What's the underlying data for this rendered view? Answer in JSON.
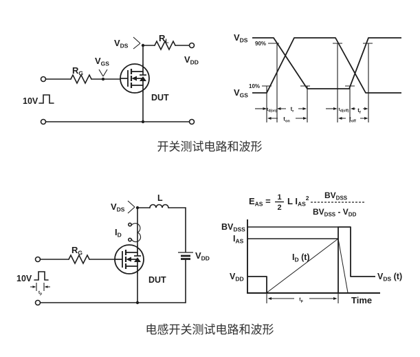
{
  "figure": {
    "caption1": "开关测试电路和波形",
    "caption2": "电感开关测试电路和波形"
  },
  "colors": {
    "line": "#1d1d1d",
    "caption_text": "#303030",
    "background": "#ffffff"
  },
  "circuit1": {
    "pulse": "10V",
    "rg": {
      "base": "R",
      "sub": "G"
    },
    "vgs": {
      "base": "V",
      "sub": "GS"
    },
    "vds": {
      "base": "V",
      "sub": "DS"
    },
    "rl": {
      "base": "R",
      "sub": "L"
    },
    "vdd": {
      "base": "V",
      "sub": "DD"
    },
    "dut": "DUT"
  },
  "waveform1": {
    "vds": {
      "base": "V",
      "sub": "DS"
    },
    "vgs": {
      "base": "V",
      "sub": "GS"
    },
    "pct90": "90%",
    "pct10": "10%",
    "td_on": {
      "base": "t",
      "sub": "d(on)"
    },
    "tr": {
      "base": "t",
      "sub": "r"
    },
    "ton": {
      "base": "t",
      "sub": "on"
    },
    "td_off": {
      "base": "t",
      "sub": "d(off)"
    },
    "tf": {
      "base": "t",
      "sub": "f"
    },
    "toff": {
      "base": "t",
      "sub": "off"
    }
  },
  "circuit2": {
    "pulse": "10V",
    "tp": {
      "base": "t",
      "sub": "p"
    },
    "rg": {
      "base": "R",
      "sub": "G"
    },
    "vds": {
      "base": "V",
      "sub": "DS"
    },
    "id": {
      "base": "I",
      "sub": "D"
    },
    "l": "L",
    "vdd": {
      "base": "V",
      "sub": "DD"
    },
    "dut": "DUT"
  },
  "waveform2": {
    "eq": {
      "e_base": "E",
      "e_sub": "AS",
      "equals": "=",
      "half_num": "1",
      "half_den": "2",
      "coef": "L I",
      "coef_sub": "AS",
      "coef_sup": "2",
      "num_base": "BV",
      "num_sub": "DSS",
      "den_base": "BV",
      "den_sub": "DSS",
      "den_mid": " - V",
      "den_sub2": "DD"
    },
    "bvdss": {
      "base": "BV",
      "sub": "DSS"
    },
    "ias": {
      "base": "I",
      "sub": "AS"
    },
    "vdd": {
      "base": "V",
      "sub": "DD"
    },
    "id_t": {
      "base": "I",
      "sub": "D",
      "rest": " (t)"
    },
    "vds_t": {
      "base": "V",
      "sub": "DS",
      "rest": " (t)"
    },
    "tp": {
      "base": "t",
      "sub": "p"
    },
    "time": "Time"
  }
}
